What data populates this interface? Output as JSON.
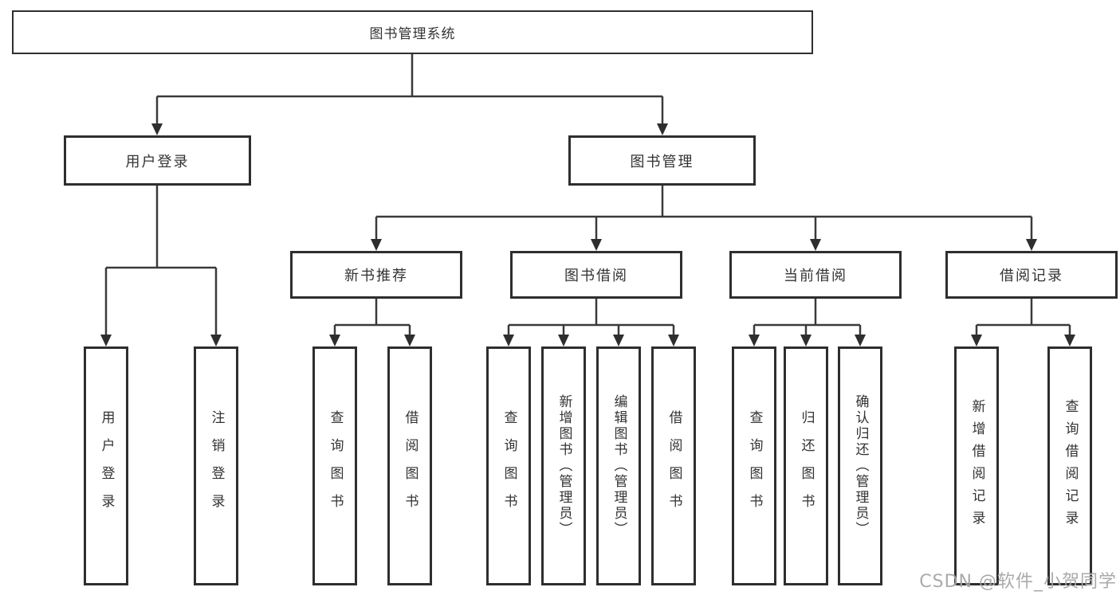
{
  "diagram_title": "图书管理系统",
  "colors": {
    "line": "#3a3a3a",
    "box_border": "#2e2e2e",
    "text": "#333333",
    "watermark": "#a3a3a3",
    "background": "#ffffff"
  },
  "tree": {
    "root": {
      "label": "图书管理系统"
    },
    "branches": [
      {
        "label": "用户登录",
        "children": [
          {
            "label": "用户登录"
          },
          {
            "label": "注销登录"
          }
        ]
      },
      {
        "label": "图书管理",
        "children": [
          {
            "label": "新书推荐",
            "children": [
              {
                "label": "查询图书"
              },
              {
                "label": "借阅图书"
              }
            ]
          },
          {
            "label": "图书借阅",
            "children": [
              {
                "label": "查询图书"
              },
              {
                "label": "新增图书（管理员）"
              },
              {
                "label": "编辑图书（管理员）"
              },
              {
                "label": "借阅图书"
              }
            ]
          },
          {
            "label": "当前借阅",
            "children": [
              {
                "label": "查询图书"
              },
              {
                "label": "归还图书"
              },
              {
                "label": "确认归还（管理员）"
              }
            ]
          },
          {
            "label": "借阅记录",
            "children": [
              {
                "label": "新增借阅记录"
              },
              {
                "label": "查询借阅记录"
              }
            ]
          }
        ]
      }
    ]
  },
  "watermark": {
    "text": "CSDN @软件_小贺同学"
  }
}
